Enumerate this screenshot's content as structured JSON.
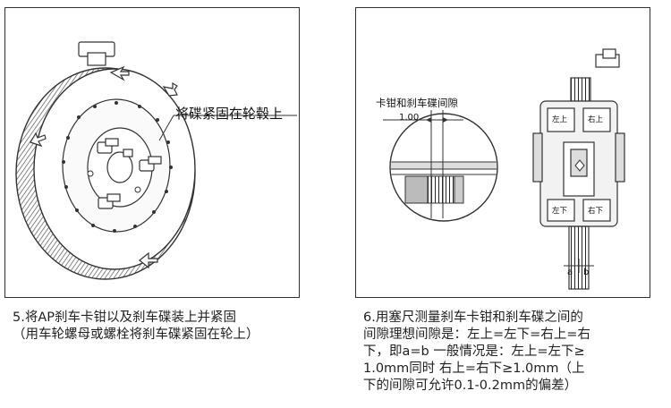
{
  "left_panel": {
    "callout_label": "将碟紧固在轮毂上",
    "caption_lines": [
      "5.将AP刹车卡钳以及刹车碟装上并紧固",
      "（用车轮螺母或螺栓将刹车碟紧固在轮上）"
    ]
  },
  "right_panel": {
    "gap_label": "卡钳和刹车碟间隙",
    "gap_value": "1.00",
    "labels": {
      "top_left": "左上",
      "top_right": "右上",
      "bottom_left": "左下",
      "bottom_right": "右下",
      "a": "a",
      "b": "b"
    },
    "caption_lines": [
      "6.用塞尺测量刹车卡钳和刹车碟之间的",
      "间隙理想间隙是：左上=左下=右上=右",
      "下，即a=b 一般情况是：左上=左下≥",
      "1.0mm同时 右上=右下≥1.0mm（上",
      "下的间隙可允许0.1-0.2mm的偏差）"
    ]
  }
}
